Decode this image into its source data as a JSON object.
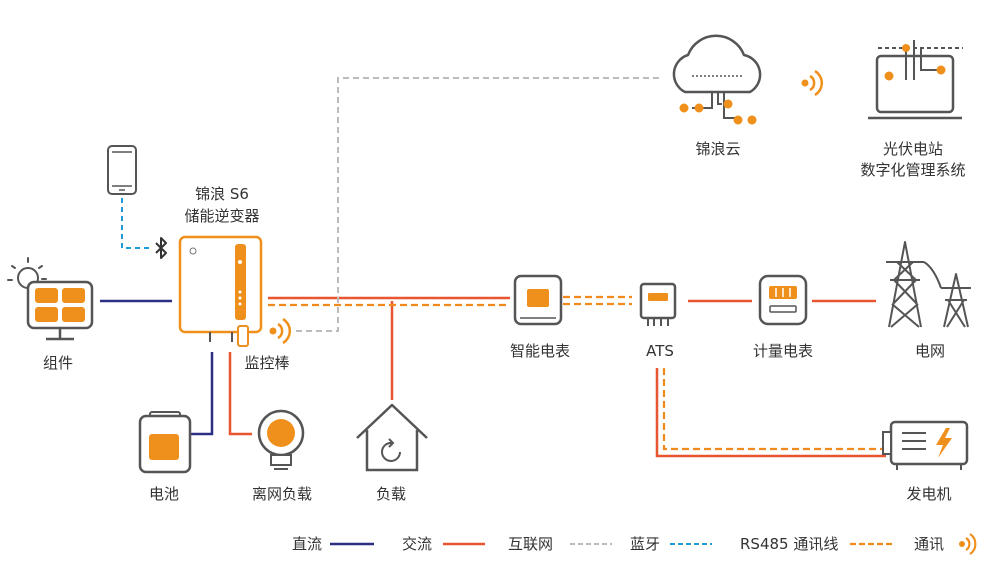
{
  "nodes": {
    "panel": "组件",
    "inverter_line1": "锦浪 S6",
    "inverter_line2": "储能逆变器",
    "monitor_stick": "监控棒",
    "battery": "电池",
    "offgrid_load": "离网负载",
    "load": "负载",
    "smart_meter": "智能电表",
    "ats": "ATS",
    "energy_meter": "计量电表",
    "grid": "电网",
    "generator": "发电机",
    "cloud": "锦浪云",
    "pv_system_line1": "光伏电站",
    "pv_system_line2": "数字化管理系统"
  },
  "legend": [
    {
      "label": "直流",
      "style": "dc"
    },
    {
      "label": "交流",
      "style": "ac"
    },
    {
      "label": "互联网",
      "style": "internet"
    },
    {
      "label": "蓝牙",
      "style": "bluetooth"
    },
    {
      "label": "RS485 通讯线",
      "style": "rs485"
    },
    {
      "label": "通讯",
      "style": "wireless"
    }
  ],
  "colors": {
    "dc": "#2b2f82",
    "ac": "#e8552f",
    "internet": "#bbbbbb",
    "bluetooth": "#1e9ad6",
    "rs485": "#f08a1c",
    "accent": "#f0901c",
    "outline": "#555555"
  }
}
